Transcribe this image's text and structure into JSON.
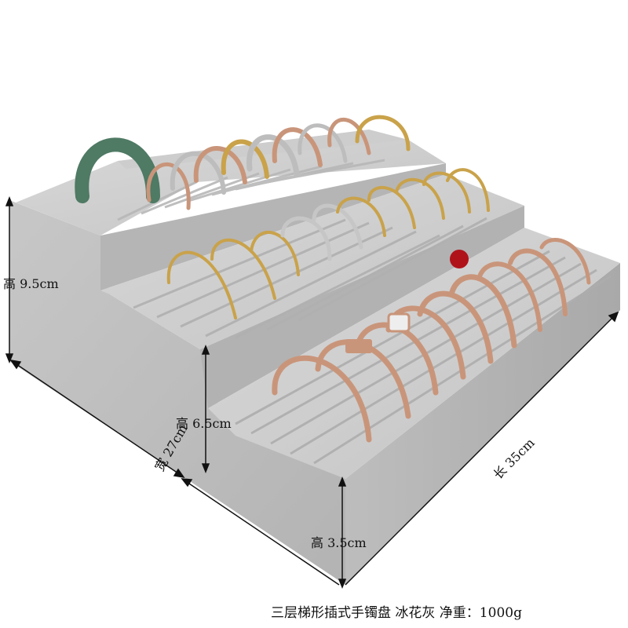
{
  "dimensions": {
    "height_top": "高 9.5cm",
    "height_middle": "高 6.5cm",
    "height_bottom": "高 3.5cm",
    "width": "宽 27cm",
    "length": "长 35cm"
  },
  "caption": "三层梯形插式手镯盘  冰花灰  净重：1000g",
  "colors": {
    "velvet_light": "#cfcfcf",
    "velvet_mid": "#b9b9b9",
    "velvet_dark": "#9e9e9e",
    "rose_gold": "#c9957a",
    "gold": "#c9a24a",
    "silver": "#bdbdbd",
    "jade": "#4f7a64",
    "red_bead": "#b0121a"
  }
}
